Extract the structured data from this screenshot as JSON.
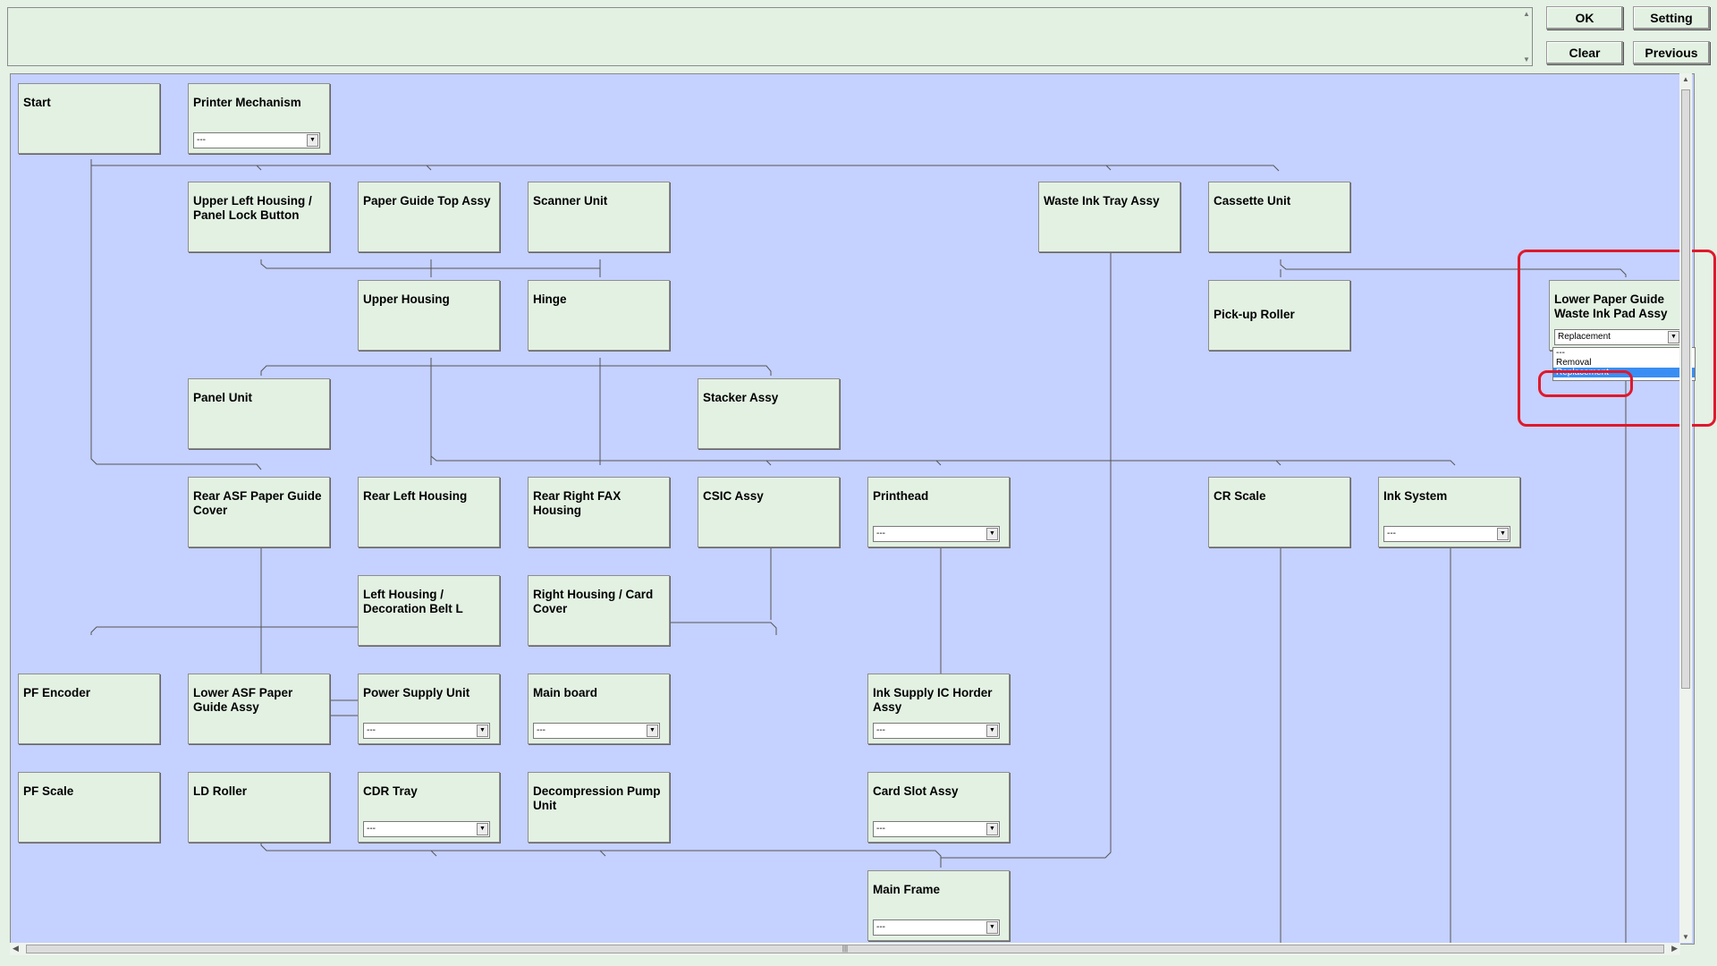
{
  "buttons": {
    "ok": "OK",
    "setting": "Setting",
    "clear": "Clear",
    "previous": "Previous"
  },
  "nodes": {
    "start": "Start",
    "printer_mechanism": "Printer Mechanism",
    "upper_left_housing": "Upper Left Housing / Panel Lock Button",
    "paper_guide_top": "Paper Guide Top Assy",
    "scanner_unit": "Scanner Unit",
    "waste_ink_tray": "Waste Ink Tray Assy",
    "cassette_unit": "Cassette Unit",
    "upper_housing": "Upper Housing",
    "hinge": "Hinge",
    "pickup_roller": "Pick-up Roller",
    "lower_paper_guide": "Lower Paper Guide Waste Ink Pad Assy",
    "panel_unit": "Panel Unit",
    "stacker_assy": "Stacker Assy",
    "rear_asf": "Rear ASF Paper Guide Cover",
    "rear_left_housing": "Rear Left Housing",
    "rear_right_fax": "Rear Right FAX Housing",
    "csic_assy": "CSIC Assy",
    "printhead": "Printhead",
    "cr_scale": "CR Scale",
    "ink_system": "Ink System",
    "left_housing": "Left Housing / Decoration Belt L",
    "right_housing": "Right Housing / Card Cover",
    "pf_encoder": "PF Encoder",
    "lower_asf": "Lower ASF Paper Guide Assy",
    "power_supply": "Power Supply Unit",
    "main_board": "Main board",
    "ink_supply_ic": "Ink Supply IC Horder Assy",
    "pf_scale": "PF Scale",
    "ld_roller": "LD Roller",
    "cdr_tray": "CDR Tray",
    "decompression_pump": "Decompression Pump Unit",
    "card_slot": "Card Slot Assy",
    "main_frame": "Main Frame"
  },
  "selects": {
    "default_value": "---",
    "lower_paper_guide_value": "Replacement"
  },
  "dropdown_options": [
    "---",
    "Removal",
    "Replacement"
  ],
  "colors": {
    "canvas": "#c5d1fe",
    "node": "#e3f1e3",
    "highlight": "#e0182c",
    "selection": "#3a8ef3"
  }
}
